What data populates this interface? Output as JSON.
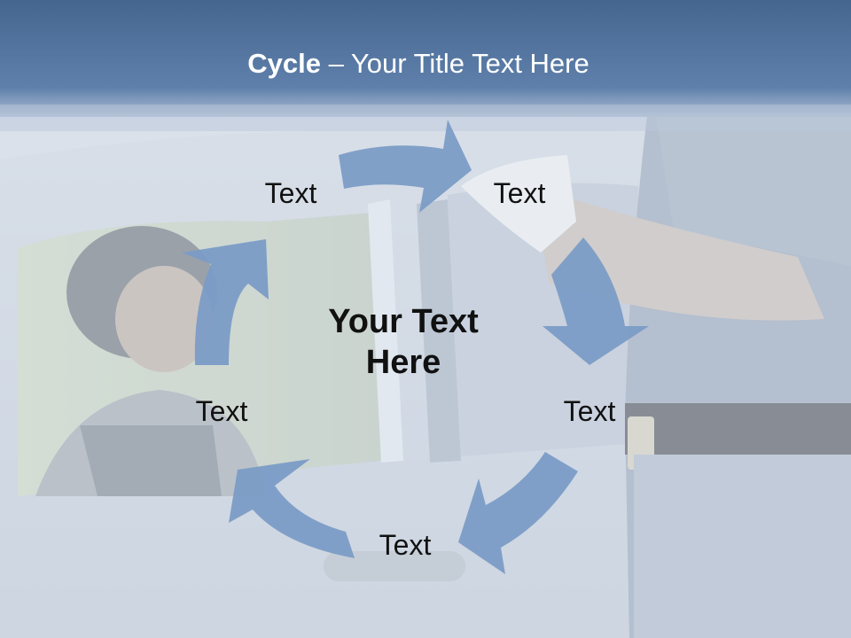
{
  "slide": {
    "title_bold": "Cycle",
    "title_dash": "–",
    "title_rest": "Your Title Text Here",
    "center_line1": "Your Text",
    "center_line2": "Here",
    "labels": [
      "Text",
      "Text",
      "Text",
      "Text",
      "Text"
    ]
  },
  "colors": {
    "header_top": "#4a6a96",
    "header_bottom": "#6f8fba",
    "arrow_fill": "#7b9cc6",
    "photo_wash": "#d6dde8"
  }
}
